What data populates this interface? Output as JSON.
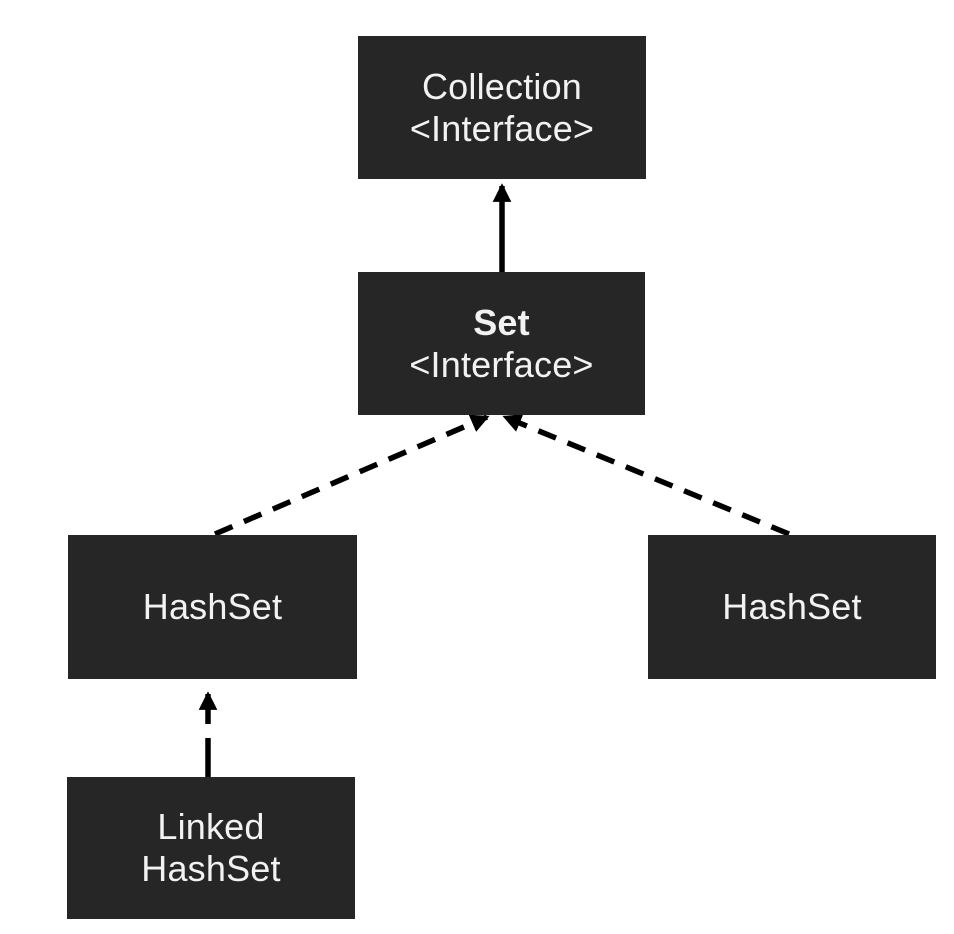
{
  "diagram": {
    "description": "Class hierarchy diagram of Java Set collections",
    "nodes": {
      "collection": {
        "line1": "Collection",
        "line2": "<Interface>"
      },
      "set": {
        "line1": "Set",
        "line2": "<Interface>"
      },
      "hashset_left": {
        "line1": "HashSet"
      },
      "hashset_right": {
        "line1": "HashSet"
      },
      "linked_hashset": {
        "line1": "Linked",
        "line2": "HashSet"
      }
    },
    "edges": [
      {
        "from": "Set",
        "to": "Collection",
        "style": "solid",
        "arrowhead": "up"
      },
      {
        "from": "HashSet (left)",
        "to": "Set",
        "style": "dashed",
        "arrowhead": "up"
      },
      {
        "from": "HashSet (right)",
        "to": "Set",
        "style": "dashed",
        "arrowhead": "up"
      },
      {
        "from": "Linked HashSet",
        "to": "HashSet (left)",
        "style": "dashed",
        "arrowhead": "up"
      }
    ],
    "colors": {
      "node_background": "#262626",
      "node_text": "#f2f2f2",
      "arrow": "#000000",
      "canvas_background": "#ffffff"
    }
  }
}
